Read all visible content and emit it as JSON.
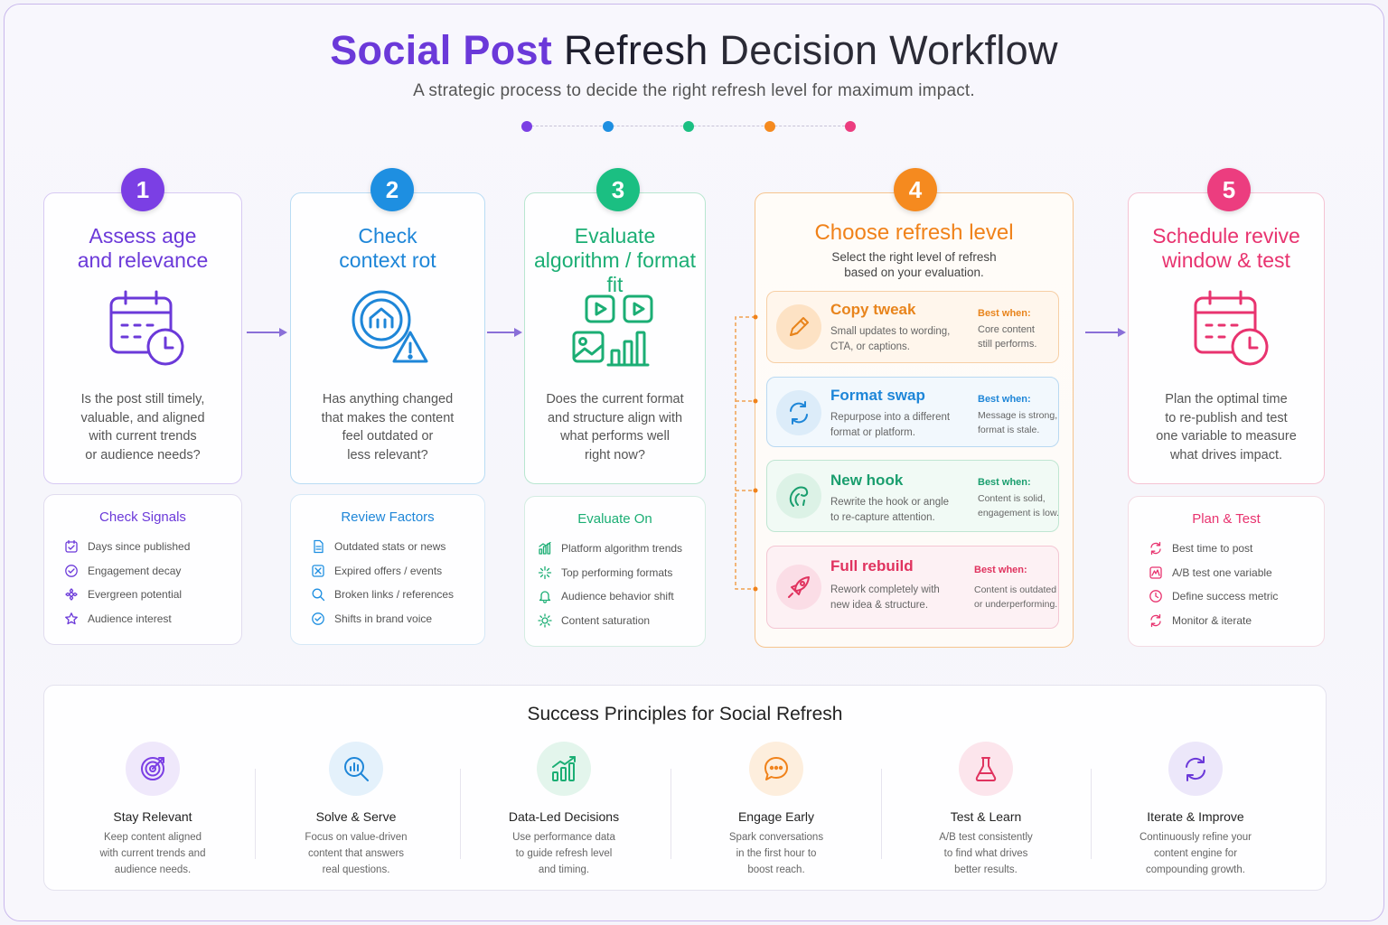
{
  "header": {
    "title_part1": "Social Post",
    "title_part2": "Refresh",
    "title_part3": "Decision Workflow",
    "subtitle": "A strategic process to decide the right refresh level for maximum impact.",
    "dot_colors": [
      "#7b3fe4",
      "#1e8fe1",
      "#1bbf82",
      "#f58a1f",
      "#ec3d7f"
    ]
  },
  "steps": [
    {
      "number": "1",
      "title": "Assess age\nand relevance",
      "icon": "calendar-clock-icon",
      "color": "#6b39d9",
      "description": "Is the post still timely,\nvaluable, and aligned\nwith current trends\nor audience needs?",
      "panel_title": "Check Signals",
      "items": [
        {
          "icon": "calendar-check-icon",
          "label": "Days since published"
        },
        {
          "icon": "check-circle-icon",
          "label": "Engagement decay"
        },
        {
          "icon": "evergreen-icon",
          "label": "Evergreen potential"
        },
        {
          "icon": "star-icon",
          "label": "Audience interest"
        }
      ]
    },
    {
      "number": "2",
      "title": "Check\ncontext rot",
      "icon": "target-warning-icon",
      "color": "#1e8fe1",
      "description": "Has anything changed\nthat makes the content\nfeel outdated or\nless relevant?",
      "panel_title": "Review Factors",
      "items": [
        {
          "icon": "document-icon",
          "label": "Outdated stats or news"
        },
        {
          "icon": "expired-icon",
          "label": "Expired offers / events"
        },
        {
          "icon": "broken-link-icon",
          "label": "Broken links / references"
        },
        {
          "icon": "check-circle-icon",
          "label": "Shifts in brand voice"
        }
      ]
    },
    {
      "number": "3",
      "title": "Evaluate\nalgorithm / format fit",
      "icon": "media-formats-icon",
      "color": "#1bae74",
      "description": "Does the current format\nand structure align with\nwhat performs well\nright now?",
      "panel_title": "Evaluate On",
      "items": [
        {
          "icon": "bar-chart-icon",
          "label": "Platform algorithm trends"
        },
        {
          "icon": "sparkle-icon",
          "label": "Top performing formats"
        },
        {
          "icon": "bell-icon",
          "label": "Audience behavior shift"
        },
        {
          "icon": "sun-icon",
          "label": "Content saturation"
        }
      ]
    },
    {
      "number": "4",
      "title": "Choose refresh level",
      "color": "#f0821a",
      "description": "Select the right level of refresh\nbased on your evaluation.",
      "options": [
        {
          "icon": "pencil-icon",
          "title": "Copy tweak",
          "color": "#e8841c",
          "description": "Small updates to wording,\nCTA, or captions.",
          "best_label": "Best when:",
          "best": "Core content\nstill performs."
        },
        {
          "icon": "swap-arrows-icon",
          "title": "Format swap",
          "color": "#1e86d8",
          "description": "Repurpose into a different\nformat or platform.",
          "best_label": "Best when:",
          "best": "Message is strong,\nformat is stale."
        },
        {
          "icon": "hook-icon",
          "title": "New hook",
          "color": "#1a9e6e",
          "description": "Rewrite the hook or angle\nto re-capture attention.",
          "best_label": "Best when:",
          "best": "Content is solid,\nengagement is low."
        },
        {
          "icon": "rocket-icon",
          "title": "Full rebuild",
          "color": "#e0335f",
          "description": "Rework completely with\nnew idea & structure.",
          "best_label": "Best when:",
          "best": "Content is outdated\nor underperforming."
        }
      ]
    },
    {
      "number": "5",
      "title": "Schedule revive\nwindow & test",
      "icon": "calendar-clock-icon",
      "color": "#e8336f",
      "description": "Plan the optimal time\nto re-publish and test\none variable to measure\nwhat drives impact.",
      "panel_title": "Plan & Test",
      "items": [
        {
          "icon": "refresh-icon",
          "label": "Best time to post"
        },
        {
          "icon": "ab-test-icon",
          "label": "A/B test one variable"
        },
        {
          "icon": "clock-icon",
          "label": "Define success metric"
        },
        {
          "icon": "refresh-icon",
          "label": "Monitor & iterate"
        }
      ]
    }
  ],
  "principles": {
    "title": "Success Principles for Social Refresh",
    "items": [
      {
        "icon": "target-icon",
        "name": "Stay Relevant",
        "color": "#7b3fe4",
        "bg": "#efe8fb",
        "description": "Keep content aligned\nwith current trends and\naudience needs."
      },
      {
        "icon": "magnifier-chart-icon",
        "name": "Solve & Serve",
        "color": "#1e86d8",
        "bg": "#e4f1fb",
        "description": "Focus on value-driven\ncontent that answers\nreal questions."
      },
      {
        "icon": "growth-chart-icon",
        "name": "Data-Led Decisions",
        "color": "#1bae74",
        "bg": "#e3f5ec",
        "description": "Use performance data\nto guide refresh level\nand timing."
      },
      {
        "icon": "chat-bubble-icon",
        "name": "Engage Early",
        "color": "#f0821a",
        "bg": "#fdeedd",
        "description": "Spark conversations\nin the first hour to\nboost reach."
      },
      {
        "icon": "flask-icon",
        "name": "Test & Learn",
        "color": "#e0335f",
        "bg": "#fce5ec",
        "description": "A/B test consistently\nto find what drives\nbetter results."
      },
      {
        "icon": "cycle-arrows-icon",
        "name": "Iterate & Improve",
        "color": "#6b39d9",
        "bg": "#ece7fa",
        "description": "Continuously refine your\ncontent engine for\ncompounding growth."
      }
    ]
  }
}
